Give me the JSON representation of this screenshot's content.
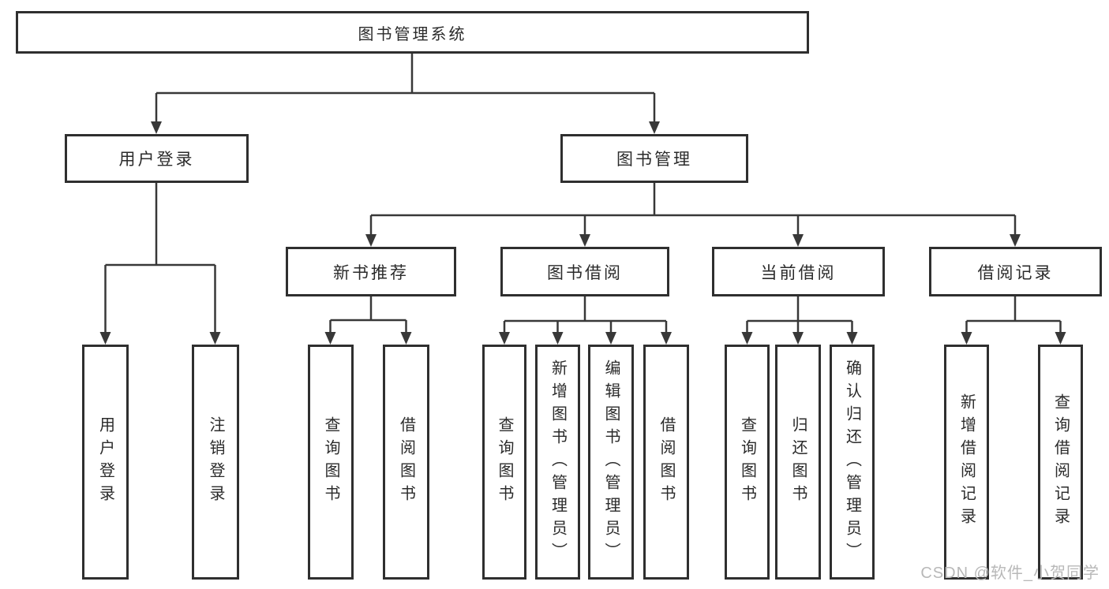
{
  "diagram_type": "hierarchy-tree",
  "colors": {
    "line": "#383838",
    "box_border": "#2f2f2f",
    "box_fill": "#ffffff",
    "text": "#2b2b2b",
    "watermark": "#b8b8b8"
  },
  "tree": {
    "root": "图书管理系统",
    "level2": [
      {
        "label": "用户登录",
        "leaves": [
          "用户登录",
          "注销登录"
        ]
      },
      {
        "label": "图书管理",
        "children": [
          {
            "label": "新书推荐",
            "leaves": [
              "查询图书",
              "借阅图书"
            ]
          },
          {
            "label": "图书借阅",
            "leaves": [
              "查询图书",
              "新增图书（管理员）",
              "编辑图书（管理员）",
              "借阅图书"
            ]
          },
          {
            "label": "当前借阅",
            "leaves": [
              "查询图书",
              "归还图书",
              "确认归还（管理员）"
            ]
          },
          {
            "label": "借阅记录",
            "leaves": [
              "新增借阅记录",
              "查询借阅记录"
            ]
          }
        ]
      }
    ]
  },
  "watermark": "CSDN @软件_小贺同学"
}
